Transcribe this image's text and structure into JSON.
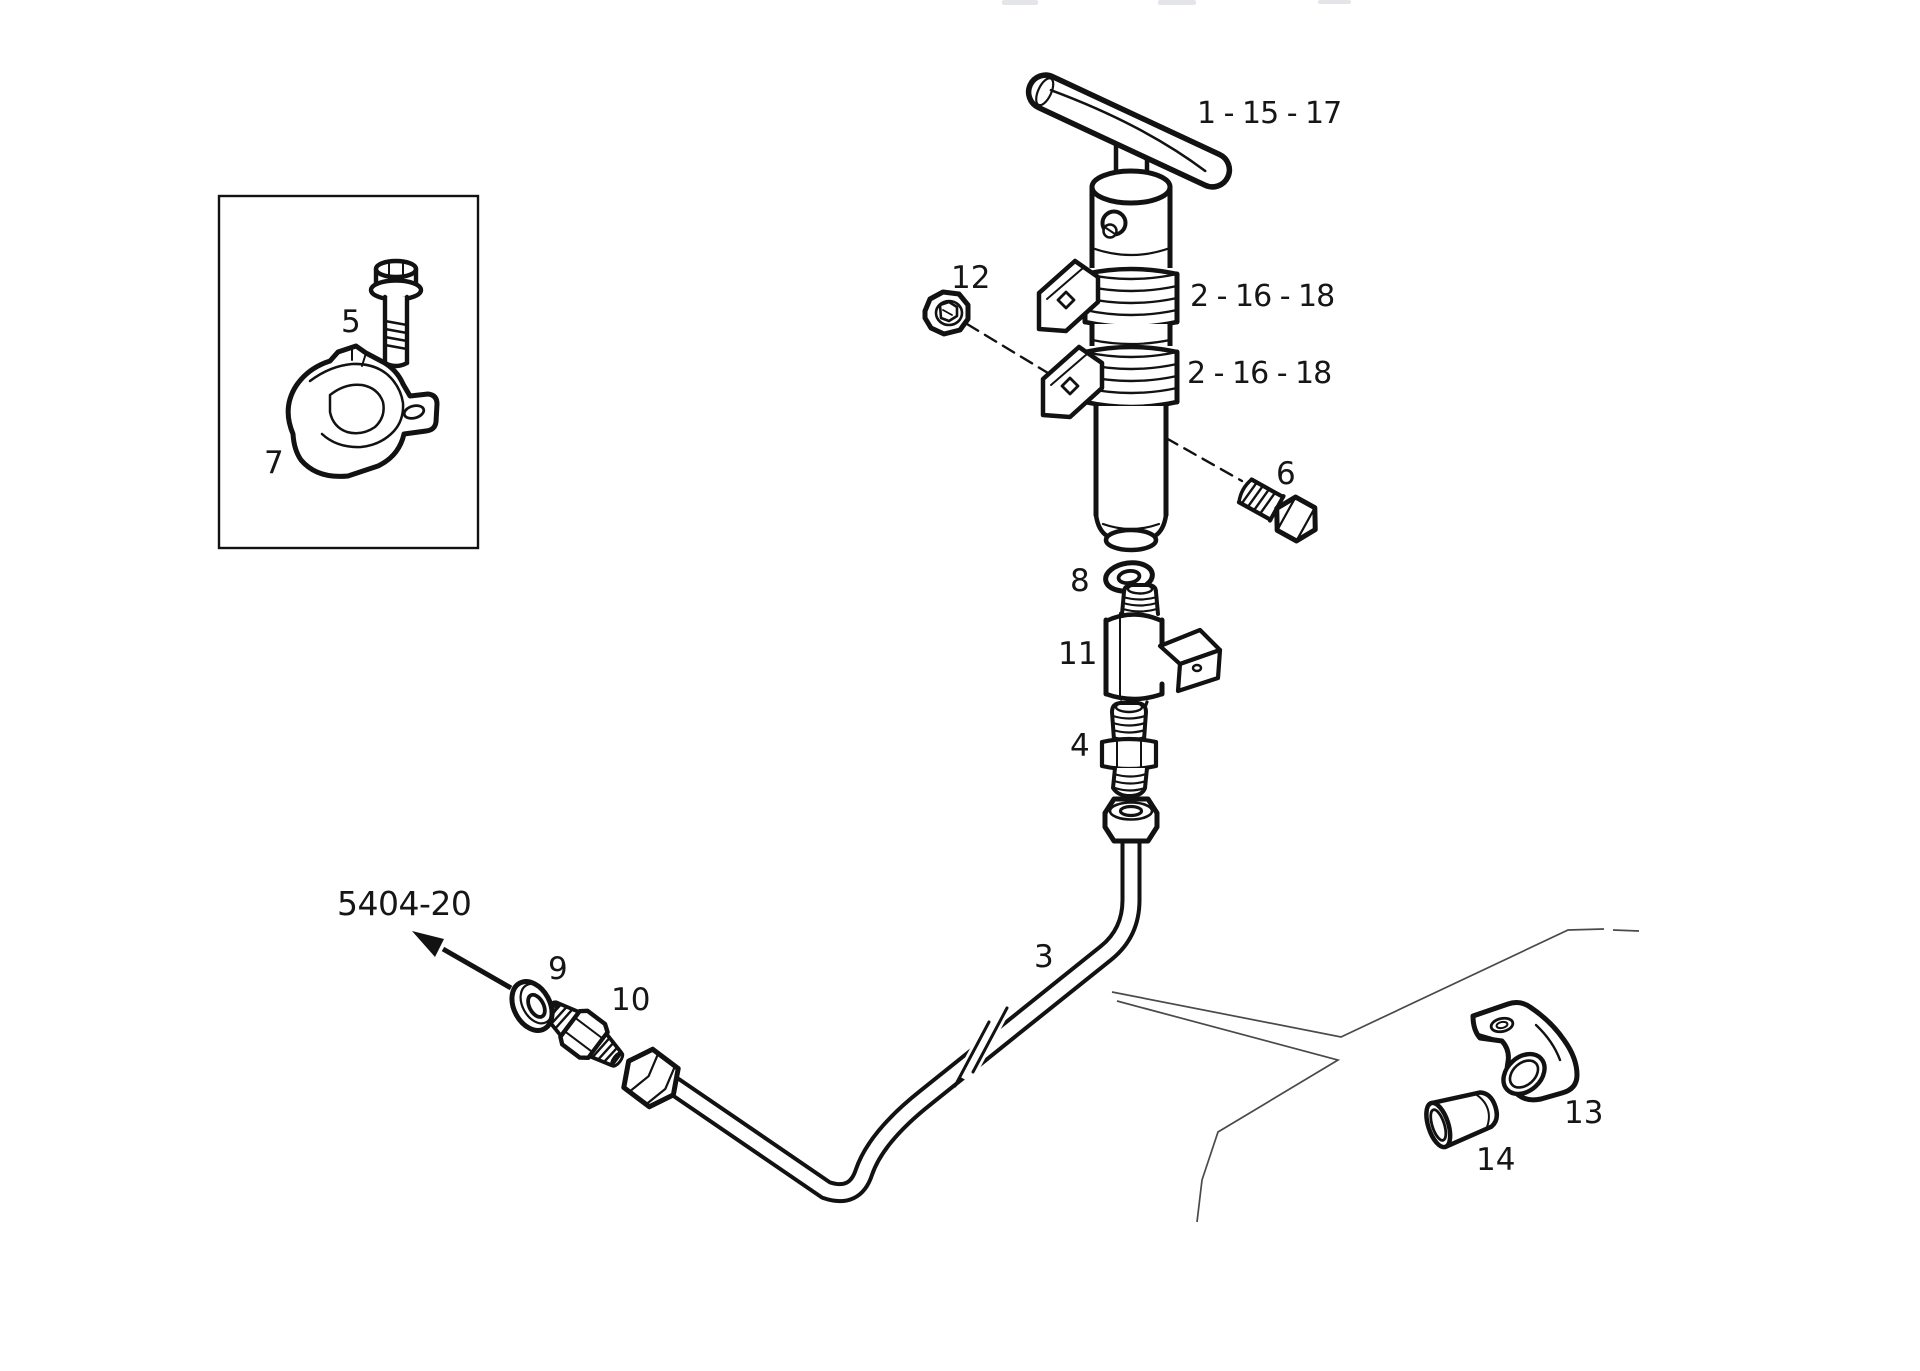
{
  "figure": {
    "reference": "5404-20",
    "callouts": {
      "handle": "1 - 15 - 17",
      "clamp_upper": "2 - 16 - 18",
      "clamp_lower": "2 - 16 - 18",
      "pipe": "3",
      "union": "4",
      "inset_bolt": "5",
      "mount_bolt": "6",
      "inset_clamp": "7",
      "seal_washer": "8",
      "washer": "9",
      "connector": "10",
      "valve": "11",
      "nut": "12",
      "clamp_bracket": "13",
      "bushing": "14"
    },
    "colors": {
      "background": "#ffffff",
      "line": "#121212",
      "reference_line": "#4a4a4a"
    }
  }
}
